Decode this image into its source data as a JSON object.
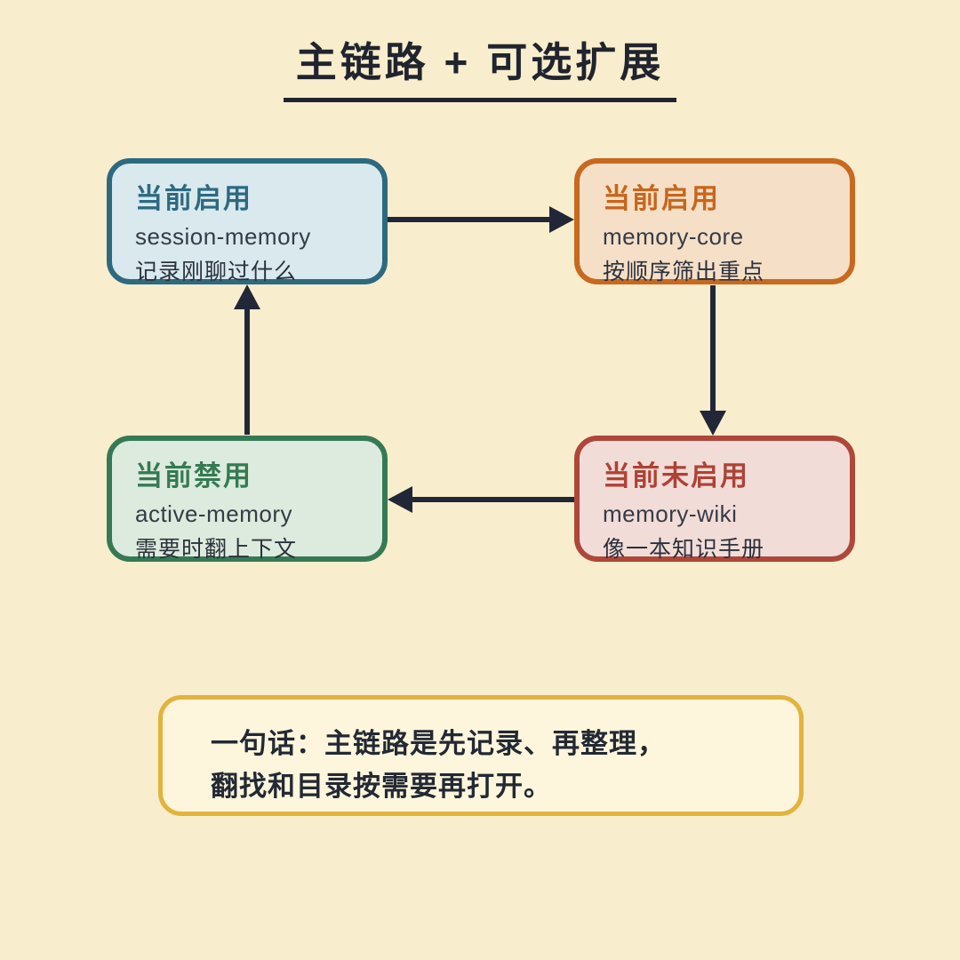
{
  "title": "主链路 + 可选扩展",
  "nodes": [
    {
      "status": "当前启用",
      "name": "session-memory",
      "desc": "记录刚聊过什么",
      "theme": "blue",
      "border_color": "#2d6a80",
      "fill_color": "#d9e9ee",
      "status_color": "#2d6a80"
    },
    {
      "status": "当前启用",
      "name": "memory-core",
      "desc": "按顺序筛出重点",
      "theme": "orange",
      "border_color": "#c7691f",
      "fill_color": "#f5dfc7",
      "status_color": "#c7661c"
    },
    {
      "status": "当前禁用",
      "name": "active-memory",
      "desc": "需要时翻上下文",
      "theme": "green",
      "border_color": "#357a54",
      "fill_color": "#dcebdd",
      "status_color": "#357a54"
    },
    {
      "status": "当前未启用",
      "name": "memory-wiki",
      "desc": "像一本知识手册",
      "theme": "red",
      "border_color": "#ae473a",
      "fill_color": "#f2dcd7",
      "status_color": "#ae4236"
    }
  ],
  "flow": [
    "session-memory → memory-core",
    "memory-core → memory-wiki",
    "memory-wiki → active-memory",
    "active-memory → session-memory"
  ],
  "note": {
    "line1": "一句话：主链路是先记录、再整理，",
    "line2": "翻找和目录按需要再打开。"
  },
  "colors": {
    "background": "#f8edcd",
    "arrow": "#212737",
    "title_text": "#20242e",
    "note_border": "#e2b33d",
    "note_fill": "#fdf6dd"
  }
}
